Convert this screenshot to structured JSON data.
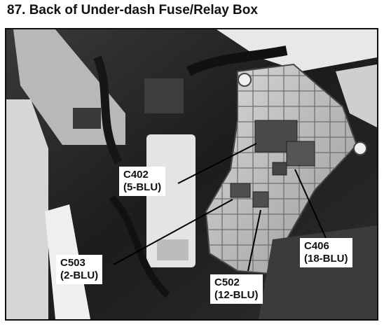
{
  "title": "87. Back of Under-dash Fuse/Relay Box",
  "callouts": [
    {
      "id": "c402",
      "connector": "C402",
      "spec": "(5-BLU)"
    },
    {
      "id": "c503",
      "connector": "C503",
      "spec": "(2-BLU)"
    },
    {
      "id": "c502",
      "connector": "C502",
      "spec": "(12-BLU)"
    },
    {
      "id": "c406",
      "connector": "C406",
      "spec": "(18-BLU)"
    }
  ]
}
